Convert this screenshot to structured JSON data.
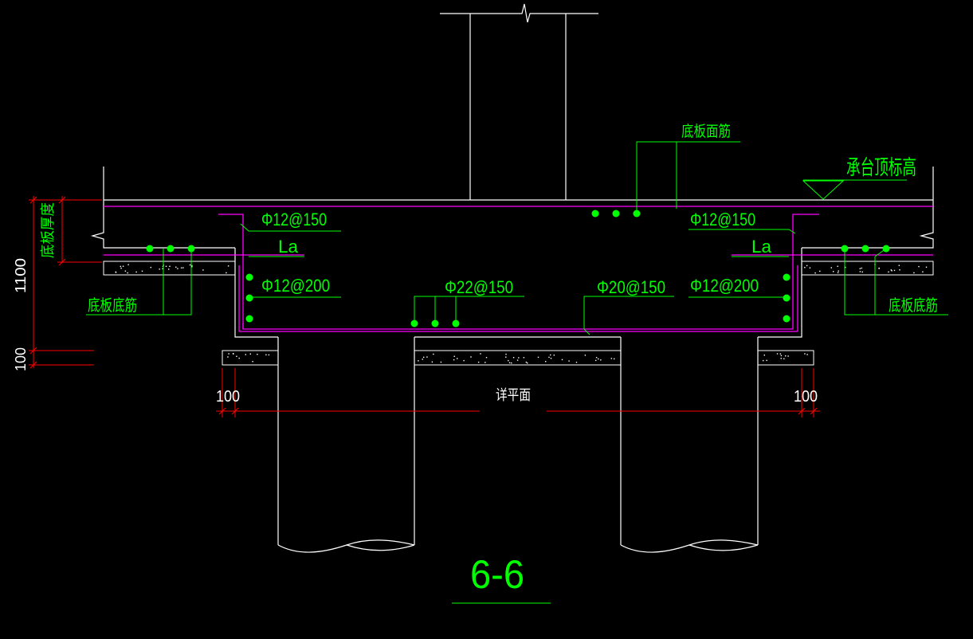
{
  "labels": {
    "top_rebar": "底板面筋",
    "cap_top_elev": "承台顶标高",
    "bottom_rebar_left": "底板底筋",
    "bottom_rebar_right": "底板底筋",
    "thickness": "底板厚度",
    "see_plan": "详平面",
    "section_title": "6-6",
    "la_left": "La",
    "la_right": "La"
  },
  "rebar": {
    "top_left": "Φ12@150",
    "top_right": "Φ12@150",
    "side_left": "Φ12@200",
    "side_right": "Φ12@200",
    "bottom_main": "Φ22@150",
    "bottom_second": "Φ20@150"
  },
  "dimensions": {
    "total_depth": "1100",
    "cushion": "100",
    "left_offset": "100",
    "right_offset": "100"
  },
  "colors": {
    "linework": "#ffffff",
    "rebar_line": "#ff00ff",
    "rebar_dot": "#00ff00",
    "text": "#00ff00",
    "dimension": "#ff0000"
  }
}
